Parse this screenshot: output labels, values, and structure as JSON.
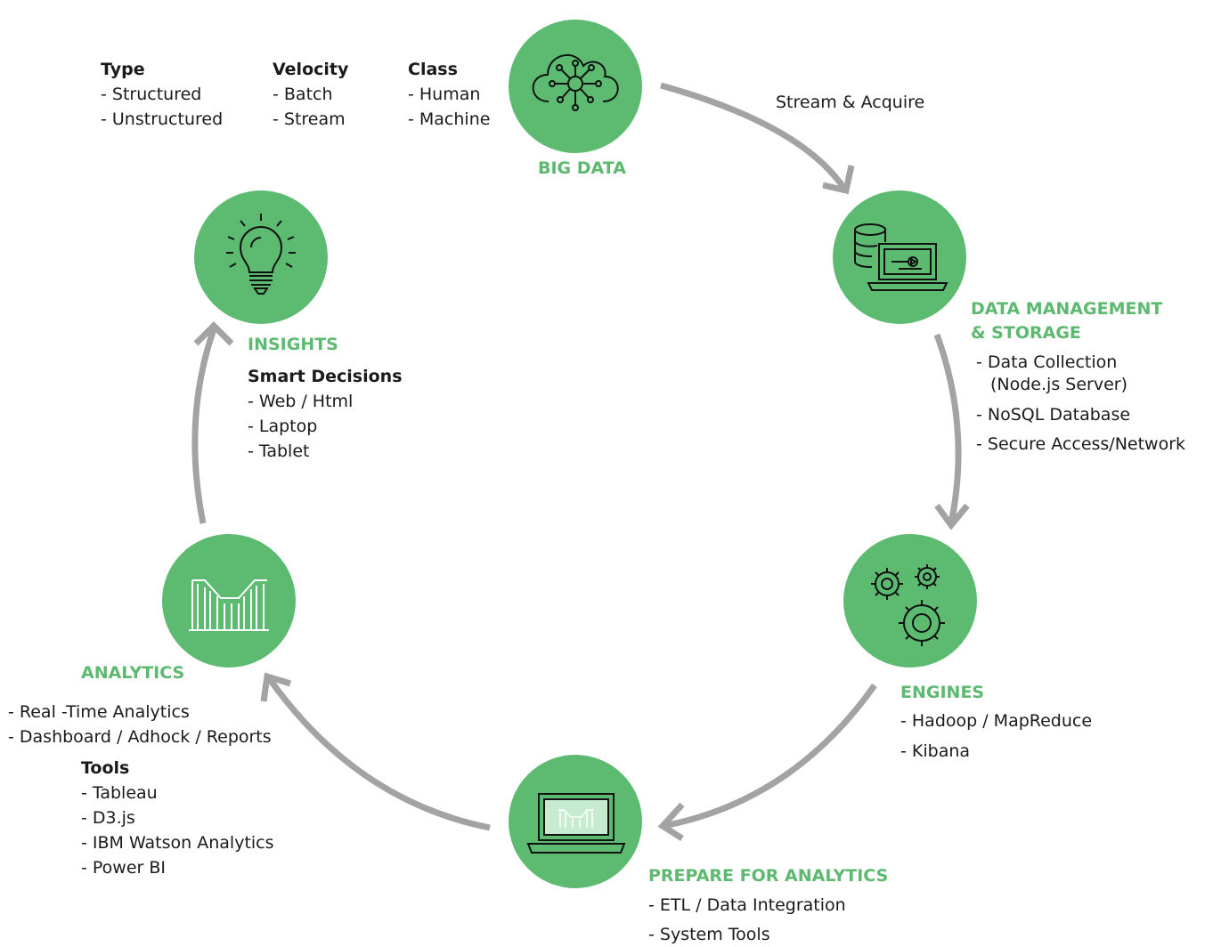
{
  "big_data": {
    "title": "BIG DATA",
    "type": {
      "heading": "Type",
      "items": [
        "- Structured",
        "- Unstructured"
      ]
    },
    "velocity": {
      "heading": "Velocity",
      "items": [
        "- Batch",
        "- Stream"
      ]
    },
    "class": {
      "heading": "Class",
      "items": [
        "- Human",
        "- Machine"
      ]
    },
    "icon": "cloud-network-icon"
  },
  "flow_label": "Stream & Acquire",
  "data_management": {
    "title_line1": "DATA MANAGEMENT",
    "title_line2": "& STORAGE",
    "items": [
      "- Data Collection",
      "(Node.js Server)",
      "- NoSQL Database",
      "- Secure Access/Network"
    ],
    "icon": "database-laptop-icon"
  },
  "engines": {
    "title": "ENGINES",
    "items": [
      "- Hadoop / MapReduce",
      "- Kibana"
    ],
    "icon": "gears-icon"
  },
  "prepare": {
    "title": "PREPARE FOR ANALYTICS",
    "items": [
      "- ETL / Data Integration",
      "- System Tools"
    ],
    "icon": "laptop-chart-icon"
  },
  "analytics": {
    "title": "ANALYTICS",
    "items": [
      "- Real -Time Analytics",
      "- Dashboard / Adhock / Reports"
    ],
    "tools_heading": "Tools",
    "tools": [
      "- Tableau",
      "- D3.js",
      "- IBM Watson Analytics",
      "- Power BI"
    ],
    "icon": "bar-line-chart-icon"
  },
  "insights": {
    "title": "INSIGHTS",
    "subheading": "Smart Decisions",
    "items": [
      "- Web / Html",
      "- Laptop",
      "- Tablet"
    ],
    "icon": "lightbulb-icon"
  },
  "colors": {
    "accent": "#5cbb71",
    "arrow": "#a3a3a3",
    "text": "#1a1a1a"
  }
}
